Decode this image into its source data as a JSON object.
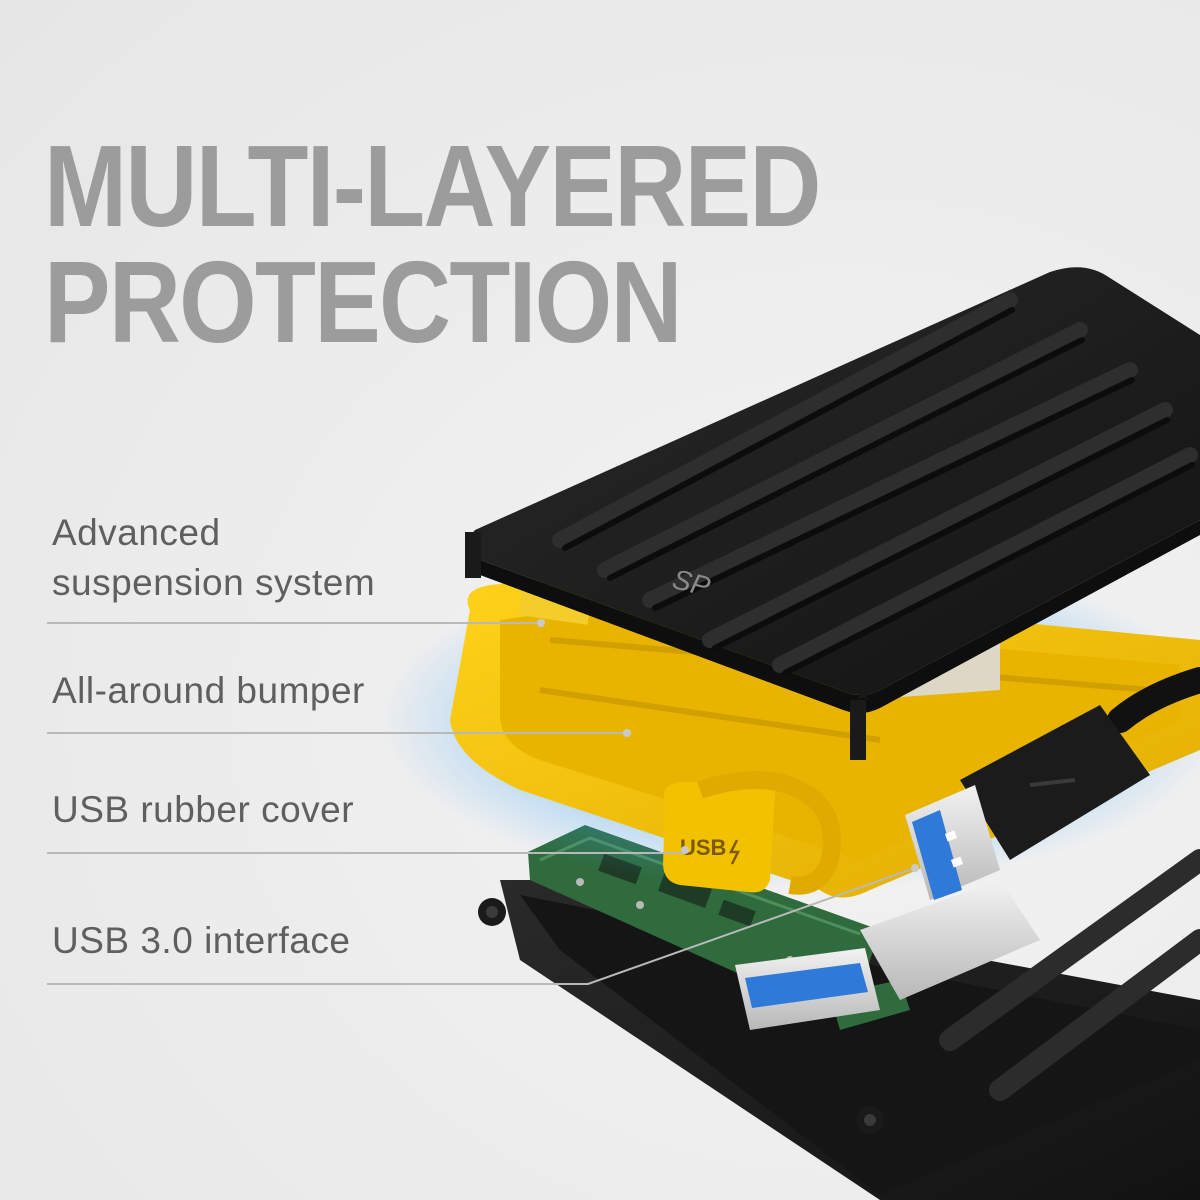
{
  "headline": {
    "line1": "MULTI-LAYERED",
    "line2": "PROTECTION"
  },
  "callouts": [
    {
      "line1": "Advanced",
      "line2": "suspension system"
    },
    {
      "line1": "All-around bumper"
    },
    {
      "line1": "USB rubber cover"
    },
    {
      "line1": "USB 3.0 interface"
    }
  ],
  "product": {
    "logo_text": "SP",
    "usb_cover_text": "USB",
    "colors": {
      "shell": "#1a1a1a",
      "bumper": "#f2c200",
      "pcb": "#2f6b3d",
      "glow": "#39a6ff"
    }
  }
}
